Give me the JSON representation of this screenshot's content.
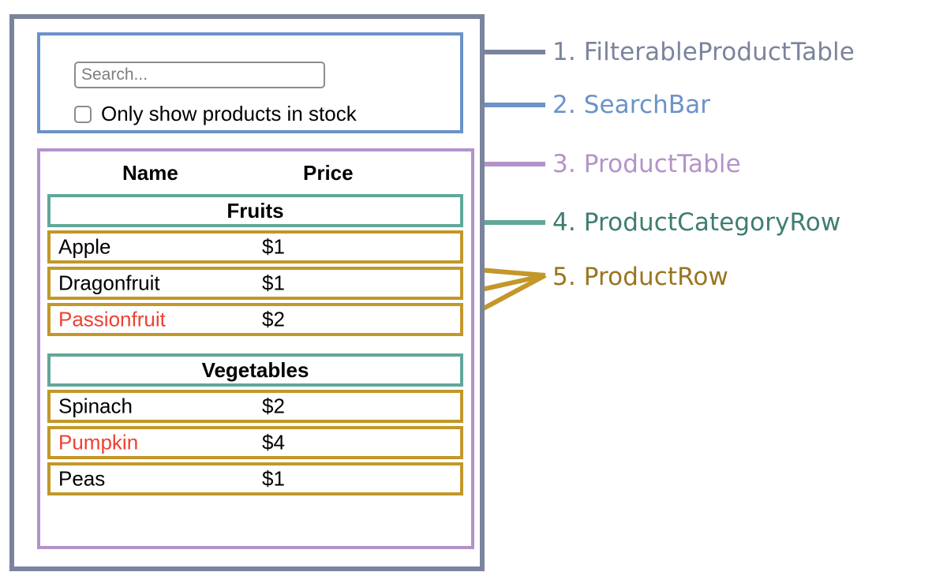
{
  "diagram": {
    "title": "React component hierarchy annotation diagram",
    "legend": [
      {
        "number": "1.",
        "name": "FilterableProductTable",
        "color": "#7b849d",
        "text": "1. FilterableProductTable"
      },
      {
        "number": "2.",
        "name": "SearchBar",
        "color": "#6b92c9",
        "text": "2. SearchBar"
      },
      {
        "number": "3.",
        "name": "ProductTable",
        "color": "#b393c9",
        "text": "3. ProductTable"
      },
      {
        "number": "4.",
        "name": "ProductCategoryRow",
        "color": "#3f7d71",
        "text": "4. ProductCategoryRow"
      },
      {
        "number": "5.",
        "name": "ProductRow",
        "color": "#9a7520",
        "text": "5. ProductRow"
      }
    ]
  },
  "search_bar": {
    "input": {
      "value": "",
      "placeholder": "Search..."
    },
    "checkbox": {
      "label": "Only show products in stock",
      "checked": false
    }
  },
  "product_table": {
    "columns": [
      "Name",
      "Price"
    ],
    "groups": [
      {
        "category": "Fruits",
        "products": [
          {
            "name": "Apple",
            "price": "$1",
            "in_stock": true
          },
          {
            "name": "Dragonfruit",
            "price": "$1",
            "in_stock": true
          },
          {
            "name": "Passionfruit",
            "price": "$2",
            "in_stock": false
          }
        ]
      },
      {
        "category": "Vegetables",
        "products": [
          {
            "name": "Spinach",
            "price": "$2",
            "in_stock": true
          },
          {
            "name": "Pumpkin",
            "price": "$4",
            "in_stock": false
          },
          {
            "name": "Peas",
            "price": "$1",
            "in_stock": true
          }
        ]
      }
    ]
  },
  "colors": {
    "filterable_product_table": "#7b849d",
    "search_bar": "#6b92c9",
    "product_table": "#b393c9",
    "product_category_row": "#61a79a",
    "product_row": "#c39729",
    "out_of_stock_text": "#ef4030"
  }
}
